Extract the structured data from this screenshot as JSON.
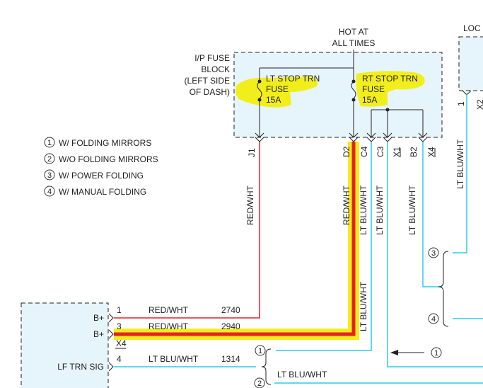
{
  "colors": {
    "red": "#e5202a",
    "cyan": "#2ccbe8",
    "highlight": "#f2ee1b",
    "box_fill": "#e6f4fb",
    "wire_black": "#222222"
  },
  "hot_label": [
    "HOT AT",
    "ALL TIMES"
  ],
  "fuse_block_label": [
    "I/P FUSE",
    "BLOCK",
    "(LEFT SIDE",
    "OF DASH)"
  ],
  "left_fuse": {
    "name": "LT STOP TRN",
    "type": "FUSE",
    "rating": "15A"
  },
  "right_fuse": {
    "name": "RT STOP TRN",
    "type": "FUSE",
    "rating": "15A"
  },
  "right_module_label": "LOC",
  "connectors": {
    "j1": "J1",
    "d2": "D2",
    "c4": "C4",
    "c3": "C3",
    "x1": "X1",
    "b2": "B2",
    "x4": "X4",
    "one": "1",
    "x2": "X2"
  },
  "legend": [
    {
      "num": "1",
      "text": "W/ FOLDING MIRRORS"
    },
    {
      "num": "2",
      "text": "W/O FOLDING MIRRORS"
    },
    {
      "num": "3",
      "text": "W/ POWER FOLDING"
    },
    {
      "num": "4",
      "text": "W/ MANUAL FOLDING"
    }
  ],
  "vertical_wire_labels": {
    "j1_wire": "RED/WHT",
    "d2_wire": "RED/WHT",
    "c4_wire_top": "LT BLU/WHT",
    "c4_wire_bottom": "LT BLU/WHT",
    "c3_wire": "LT BLU/WHT",
    "b2_wire": "LT BLU/WHT",
    "right_wire": "LT BLU/WHT"
  },
  "module_pins": [
    {
      "label": "B+",
      "pin": "1",
      "wire": "RED/WHT",
      "circuit": "2740"
    },
    {
      "label": "B+",
      "pin": "3",
      "wire": "RED/WHT",
      "circuit": "2940",
      "alt_pin": "X4"
    },
    {
      "label": "LF TRN SIG",
      "pin": "4",
      "wire": "LT BLU/WHT",
      "circuit": "1314"
    }
  ],
  "bottom_wire_label": "LT BLU/WHT",
  "option_markers": {
    "m3": "3",
    "m4": "4",
    "m1_left": "1",
    "m1_right": "1",
    "m2": "2"
  }
}
